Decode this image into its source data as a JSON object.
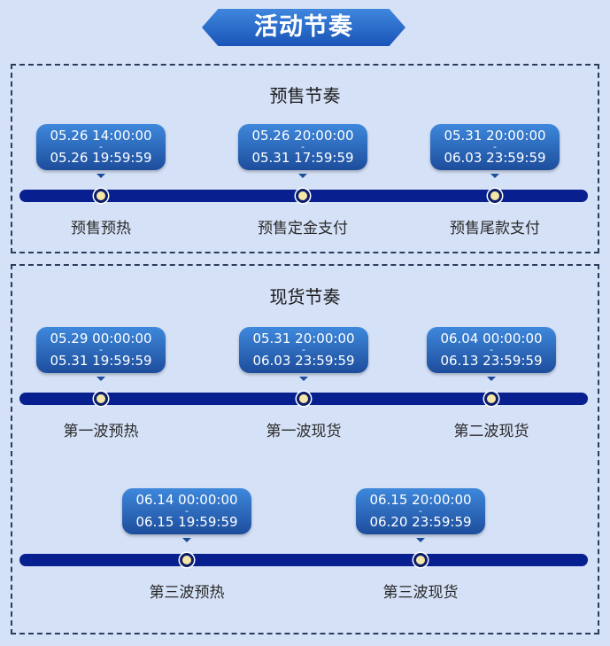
{
  "title": "活动节奏",
  "sections": [
    {
      "title": "预售节奏",
      "rows": [
        [
          {
            "start": "05.26 14:00:00",
            "end": "05.26 19:59:59",
            "label": "预售预热"
          },
          {
            "start": "05.26 20:00:00",
            "end": "05.31 17:59:59",
            "label": "预售定金支付"
          },
          {
            "start": "05.31 20:00:00",
            "end": "06.03 23:59:59",
            "label": "预售尾款支付"
          }
        ]
      ]
    },
    {
      "title": "现货节奏",
      "rows": [
        [
          {
            "start": "05.29 00:00:00",
            "end": "05.31 19:59:59",
            "label": "第一波预热"
          },
          {
            "start": "05.31 20:00:00",
            "end": "06.03 23:59:59",
            "label": "第一波现货"
          },
          {
            "start": "06.04 00:00:00",
            "end": "06.13 23:59:59",
            "label": "第二波现货"
          }
        ],
        [
          {
            "start": "06.14 00:00:00",
            "end": "06.15 19:59:59",
            "label": "第三波预热"
          },
          {
            "start": "06.15 20:00:00",
            "end": "06.20 23:59:59",
            "label": "第三波现货"
          }
        ]
      ]
    }
  ],
  "separator": "-",
  "colors": {
    "background": "#d5e1f7",
    "track": "#08208f",
    "bubble": "#2a6bc4",
    "banner": "#2a6bd0"
  }
}
